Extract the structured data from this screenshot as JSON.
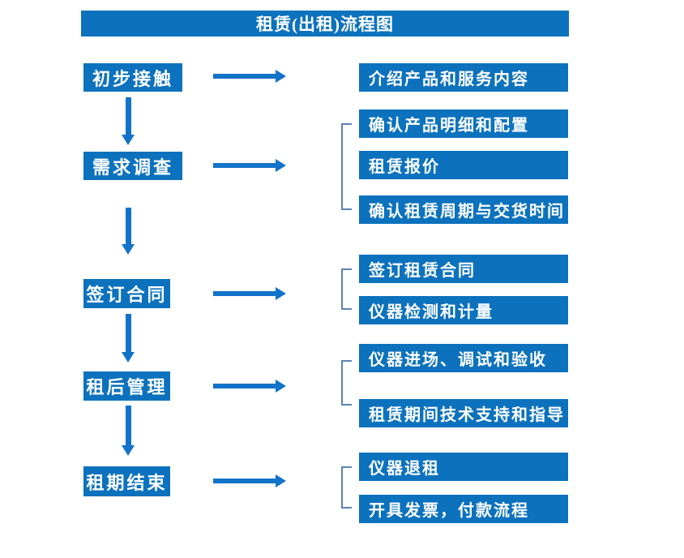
{
  "title": "租赁(出租)流程图",
  "colors": {
    "box_blue": "#0d72bd",
    "arrow_blue": "#1273c8",
    "bracket_blue": "#5b84b1",
    "text_white": "#ffffff"
  },
  "steps": [
    {
      "label": "初步接触",
      "details": [
        "介绍产品和服务内容"
      ]
    },
    {
      "label": "需求调查",
      "details": [
        "确认产品明细和配置",
        "租赁报价",
        "确认租赁周期与交货时间"
      ]
    },
    {
      "label": "签订合同",
      "details": [
        "签订租赁合同",
        "仪器检测和计量"
      ]
    },
    {
      "label": "租后管理",
      "details": [
        "仪器进场、调试和验收",
        "租赁期间技术支持和指导"
      ]
    },
    {
      "label": "租期结束",
      "details": [
        "仪器退租",
        "开具发票，付款流程"
      ]
    }
  ]
}
